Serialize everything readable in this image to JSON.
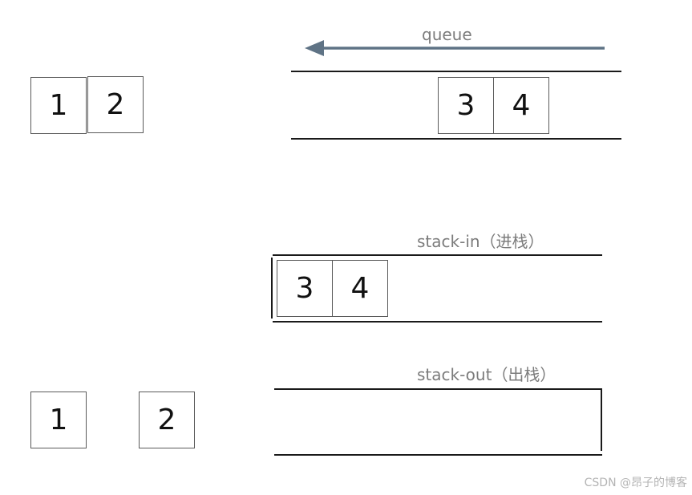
{
  "queue": {
    "label": "queue",
    "arrow_color": "#5f7385",
    "items": [
      "3",
      "4"
    ]
  },
  "waiting_top": [
    "1",
    "2"
  ],
  "stack_in": {
    "label": "stack-in（进栈）",
    "items": [
      "3",
      "4"
    ]
  },
  "stack_out": {
    "label": "stack-out（出栈）",
    "items": []
  },
  "waiting_bottom": [
    "1",
    "2"
  ],
  "watermark": "CSDN @昂子的博客"
}
